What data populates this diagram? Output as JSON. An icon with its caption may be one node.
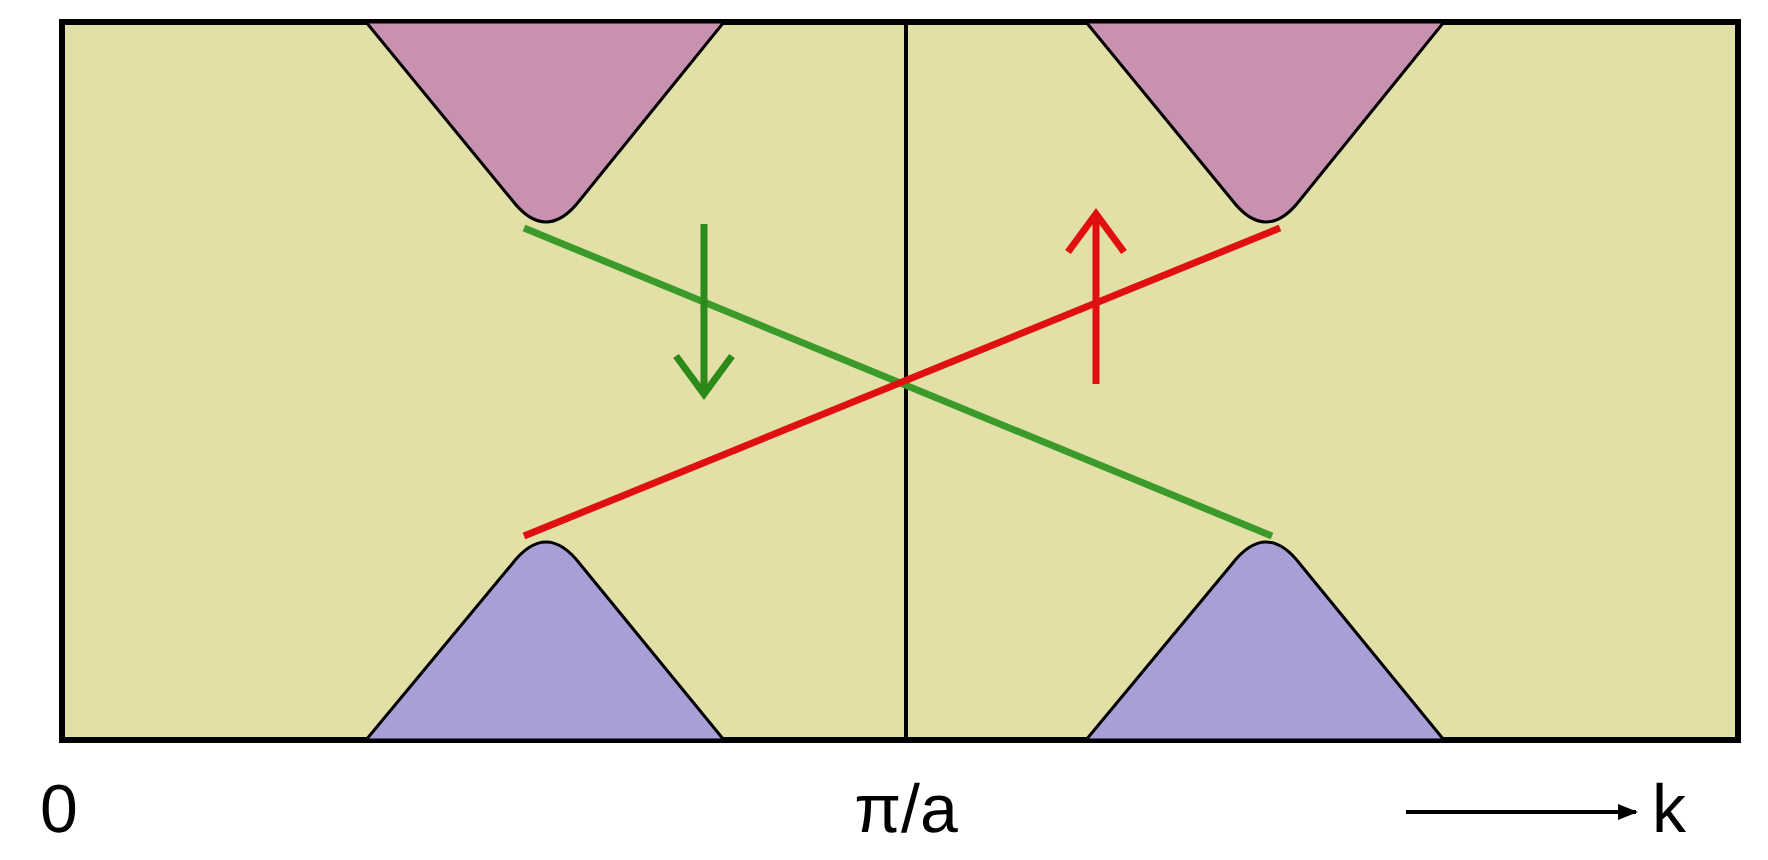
{
  "diagram": {
    "labels": [
      "0",
      "π/a",
      "k"
    ]
  }
}
